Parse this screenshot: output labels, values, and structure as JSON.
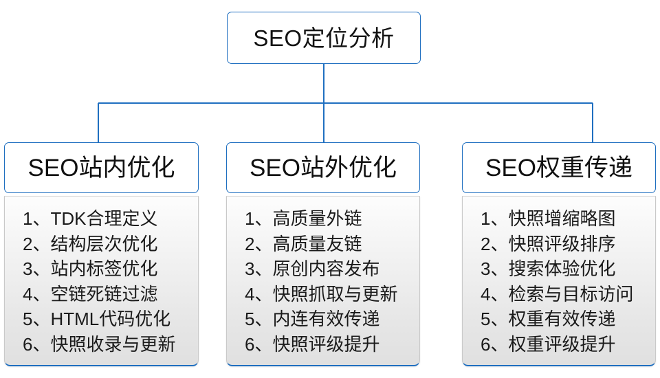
{
  "diagram": {
    "title_node": {
      "label": "SEO定位分析"
    },
    "accent_color": "#1f6fc0",
    "body_border_color": "#c9c9c9",
    "text_color": "#1a1a1a",
    "columns": [
      {
        "header": "SEO站内优化",
        "items": [
          "1、TDK合理定义",
          "2、结构层次优化",
          "3、站内标签优化",
          "4、空链死链过滤",
          "5、HTML代码优化",
          "6、快照收录与更新"
        ]
      },
      {
        "header": "SEO站外优化",
        "items": [
          "1、高质量外链",
          "2、高质量友链",
          "3、原创内容发布",
          "4、快照抓取与更新",
          "5、内连有效传递",
          "6、快照评级提升"
        ]
      },
      {
        "header": "SEO权重传递",
        "items": [
          "1、快照增缩略图",
          "2、快照评级排序",
          "3、搜索体验优化",
          "4、检索与目标访问",
          "5、权重有效传递",
          "6、权重评级提升"
        ]
      }
    ]
  }
}
